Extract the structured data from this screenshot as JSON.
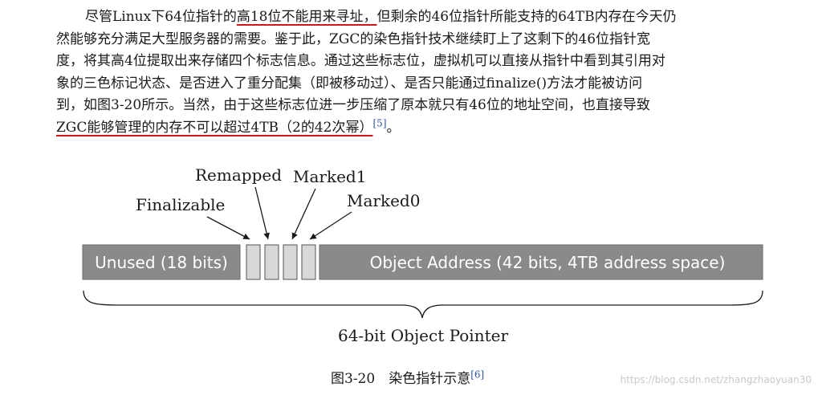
{
  "paragraph": {
    "line1_pre": "尽管Linux下64位指针的",
    "line1_hl": "高18位不能用来寻址，",
    "line1_post": "但剩余的46位指针所能支持的64TB内存在今天仍",
    "line2": "然能够充分满足大型服务器的需要。鉴于此，ZGC的染色指针技术继续盯上了这剩下的46位指针宽",
    "line3": "度，将其高4位提取出来存储四个标志信息。通过这些标志位，虚拟机可以直接从指针中看到其引用对",
    "line4": "象的三色标记状态、是否进入了重分配集（即被移动过）、是否只能通过finalize()方法才能被访问",
    "line5": "到，如图3-20所示。当然，由于这些标志位进一步压缩了原本就只有46位的地址空间，也直接导致",
    "line6_hl": "ZGC能够管理的内存不可以超过4TB（2的42次幂）",
    "line6_ref": "[5]",
    "line6_end": "。"
  },
  "diagram": {
    "unused_label": "Unused (18 bits)",
    "address_label": "Object Address (42 bits, 4TB address space)",
    "flags": {
      "finalizable": "Finalizable",
      "remapped": "Remapped",
      "marked1": "Marked1",
      "marked0": "Marked0"
    },
    "brace_label": "64-bit Object Pointer"
  },
  "caption": {
    "text": "图3-20　染色指针示意",
    "ref": "[6]"
  },
  "watermark": "https://blog.csdn.net/zhangzhaoyuan30",
  "colors": {
    "bar_fill": "#8a8a8a",
    "flag_fill": "#d8d8d8",
    "underline": "#d01818",
    "ref_link": "#2d4fa8"
  }
}
